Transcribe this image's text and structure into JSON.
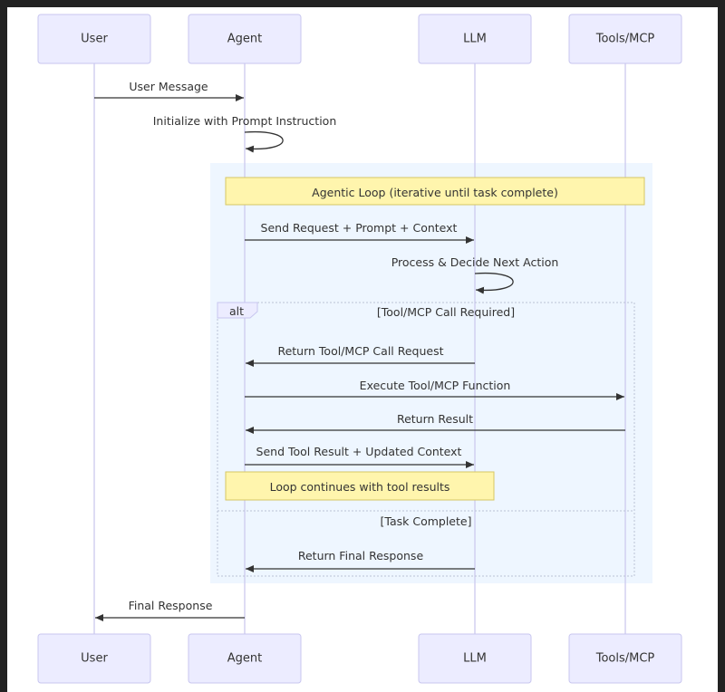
{
  "actors": {
    "user": "User",
    "agent": "Agent",
    "llm": "LLM",
    "tools": "Tools/MCP"
  },
  "messages": {
    "user_message": "User Message",
    "init_prompt": "Initialize with Prompt Instruction",
    "send_request": "Send Request + Prompt + Context",
    "process_decide": "Process & Decide Next Action",
    "return_tool_call": "Return Tool/MCP Call Request",
    "execute_tool": "Execute Tool/MCP Function",
    "return_result": "Return Result",
    "send_tool_result": "Send Tool Result + Updated Context",
    "return_final": "Return Final Response",
    "final_response": "Final Response"
  },
  "notes": {
    "agentic_loop": "Agentic Loop (iterative until task complete)",
    "loop_continues": "Loop continues with tool results"
  },
  "alt": {
    "label": "alt",
    "condition_1": "[Tool/MCP Call Required]",
    "condition_2": "[Task Complete]"
  },
  "colors": {
    "actor_fill": "#ECECFF",
    "lifeline": "#CFCDF0",
    "loop_background": "#EEF6FF",
    "note_fill": "#FFF5AD",
    "frame": "#222222"
  }
}
